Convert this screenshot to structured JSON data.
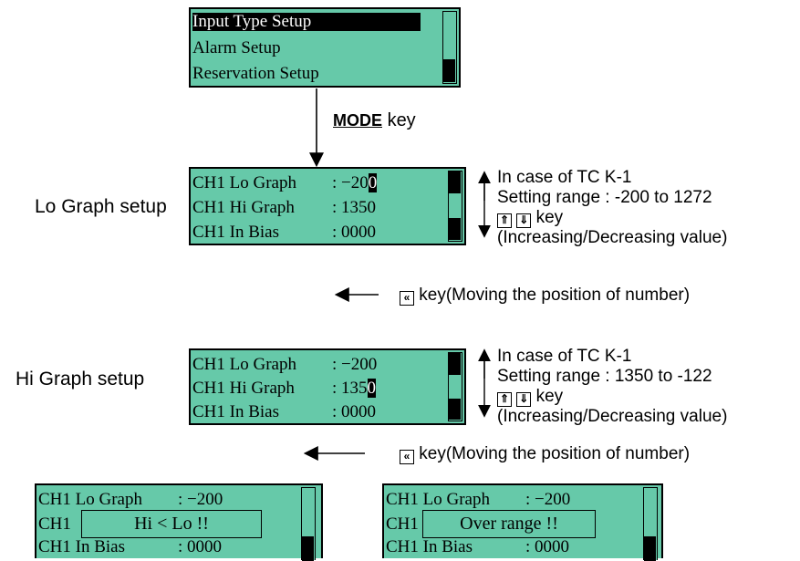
{
  "menu_screen": {
    "items": [
      "Input Type Setup",
      "Alarm Setup",
      "Reservation Setup"
    ]
  },
  "mode_key": {
    "key": "MODE",
    "text": "key"
  },
  "lo_step": {
    "label": "Lo Graph setup",
    "rows": [
      {
        "label": "CH1 Lo Graph",
        "value": ": −200",
        "value_plain": ": −20",
        "cursor_digit": "0"
      },
      {
        "label": "CH1 Hi Graph",
        "value": ": 1350"
      },
      {
        "label": "CH1 In Bias",
        "value": ": 0000"
      }
    ],
    "note_line1": "In case of TC K-1",
    "note_line2": "Setting range : -200 to 1272",
    "note_keys": "key",
    "note_line4": "(Increasing/Decreasing value)"
  },
  "shift_note_1": "key(Moving the position of number)",
  "hi_step": {
    "label": "Hi Graph setup",
    "rows": [
      {
        "label": "CH1 Lo Graph",
        "value": ": −200"
      },
      {
        "label": "CH1 Hi Graph",
        "value_plain": ": 135",
        "cursor_digit": "0"
      },
      {
        "label": "CH1 In Bias",
        "value": ": 0000"
      }
    ],
    "note_line1": "In case of TC K-1",
    "note_line2": "Setting range : 1350 to -122",
    "note_keys": "key",
    "note_line4": "(Increasing/Decreasing value)"
  },
  "shift_note_2": "key(Moving the position of number)",
  "error_left": {
    "row1_label": "CH1 Lo Graph",
    "row1_value": ": −200",
    "row2_label": "CH1",
    "row3_label": "CH1 In Bias",
    "row3_value": ": 0000",
    "popup": "Hi < Lo !!"
  },
  "error_right": {
    "row1_label": "CH1 Lo Graph",
    "row1_value": ": −200",
    "row2_label": "CH1",
    "row3_label": "CH1 In Bias",
    "row3_value": ": 0000",
    "popup": "Over range !!"
  },
  "icons": {
    "up_key": "double-up-arrow-key-icon",
    "down_key": "double-down-arrow-key-icon",
    "shift_key": "double-left-arrow-key-icon"
  }
}
